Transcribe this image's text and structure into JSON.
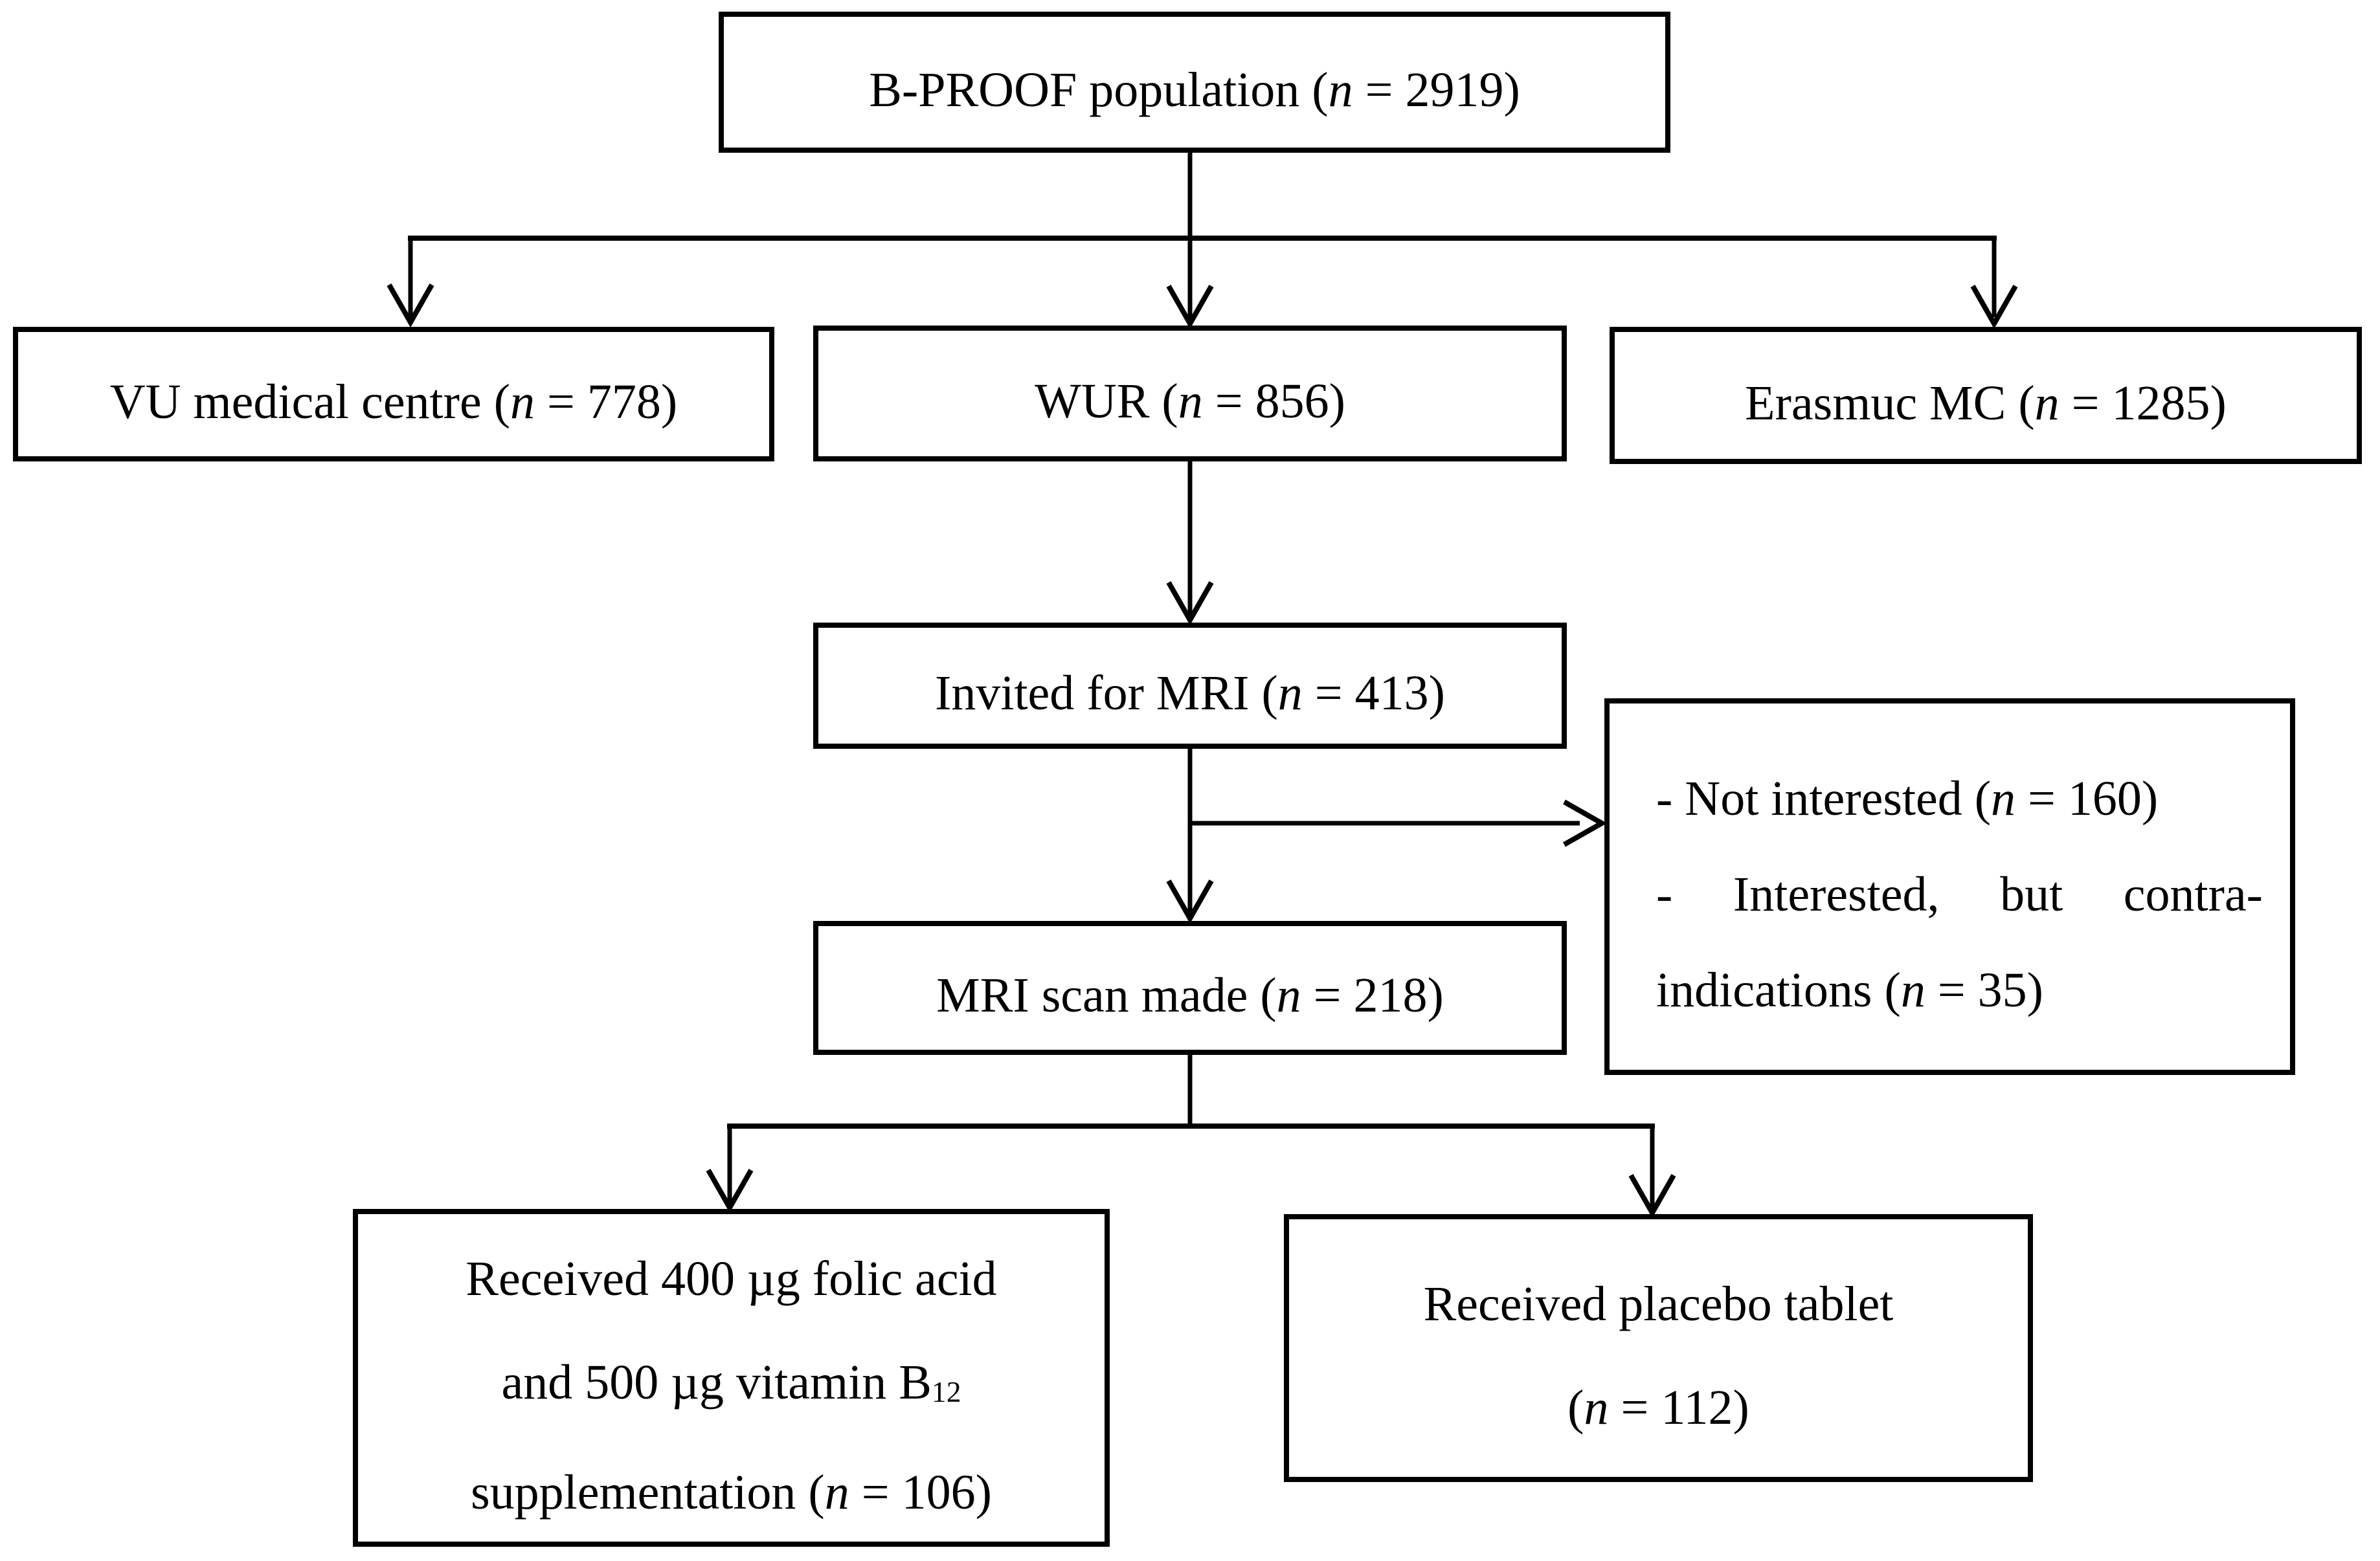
{
  "colors": {
    "ink": "#000000",
    "background": "#ffffff"
  },
  "boxes": {
    "population": {
      "segments": [
        {
          "t": "B-PROOF population ("
        },
        {
          "t": "n",
          "italic": true
        },
        {
          "t": " = 2919)"
        }
      ]
    },
    "vu_medical_centre": {
      "segments": [
        {
          "t": "VU medical centre ("
        },
        {
          "t": "n",
          "italic": true
        },
        {
          "t": " = 778)"
        }
      ]
    },
    "wur": {
      "segments": [
        {
          "t": "WUR ("
        },
        {
          "t": "n",
          "italic": true
        },
        {
          "t": " = 856)"
        }
      ]
    },
    "erasmus_mc": {
      "segments": [
        {
          "t": "Erasmuc MC ("
        },
        {
          "t": "n",
          "italic": true
        },
        {
          "t": " = 1285)"
        }
      ]
    },
    "invited_for_mri": {
      "segments": [
        {
          "t": "Invited for MRI ("
        },
        {
          "t": "n",
          "italic": true
        },
        {
          "t": " = 413)"
        }
      ]
    },
    "exclusions": {
      "lines": [
        {
          "segments": [
            {
              "t": "- Not interested ("
            },
            {
              "t": "n",
              "italic": true
            },
            {
              "t": " = 160)"
            }
          ]
        },
        {
          "segments": [
            {
              "t": "- Interested, but contra-"
            }
          ]
        },
        {
          "segments": [
            {
              "t": "indications ("
            },
            {
              "t": "n",
              "italic": true
            },
            {
              "t": " = 35)"
            }
          ]
        }
      ]
    },
    "mri_scan_made": {
      "segments": [
        {
          "t": "MRI scan made ("
        },
        {
          "t": "n",
          "italic": true
        },
        {
          "t": " = 218)"
        }
      ]
    },
    "folic_acid_group": {
      "lines": [
        {
          "segments": [
            {
              "t": "Received 400 µg folic acid"
            }
          ]
        },
        {
          "segments": [
            {
              "t": "and 500 µg vitamin B"
            },
            {
              "t": "12",
              "sub": true
            }
          ]
        },
        {
          "segments": [
            {
              "t": "supplementation ("
            },
            {
              "t": "n",
              "italic": true
            },
            {
              "t": " = 106)"
            }
          ]
        }
      ]
    },
    "placebo_group": {
      "lines": [
        {
          "segments": [
            {
              "t": "Received placebo tablet"
            }
          ]
        },
        {
          "segments": [
            {
              "t": "("
            },
            {
              "t": "n",
              "italic": true
            },
            {
              "t": " = 112)"
            }
          ]
        }
      ]
    }
  }
}
